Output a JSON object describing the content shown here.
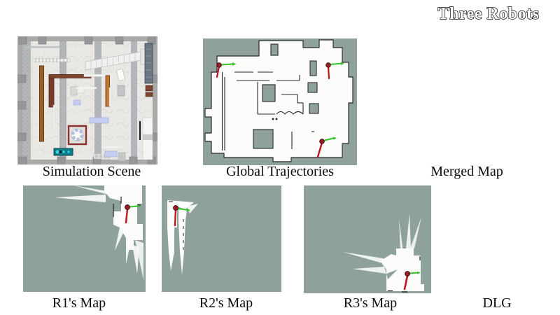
{
  "title": "Three Robots",
  "panels": {
    "row1": [
      {
        "caption": "Simulation Scene"
      },
      {
        "caption": "Global Trajectories"
      },
      {
        "caption": "Merged Map"
      }
    ],
    "row2": [
      {
        "caption": "R1's Map"
      },
      {
        "caption": "R2's Map"
      },
      {
        "caption": "R3's Map"
      },
      {
        "caption": "DLG"
      }
    ]
  },
  "icons": {
    "robot_pose_marker": "dark-red circle with red trajectory line and green heading arrow"
  },
  "colors": {
    "page_background": "#ffffff",
    "map_unknown_sage": "#8fa19c",
    "map_free_white": "#fcfcfa",
    "map_wall_black": "#2a2a2a",
    "robot_body_red": "#9c1f27",
    "trajectory_red": "#c1121f",
    "heading_arrow_green": "#35c429",
    "floor_marble": "#e9e8e4",
    "shelf_brown": "#9c5f28",
    "shelf_maroon": "#7a3b2b",
    "shelf_orange": "#c07830",
    "table_lavender": "#c3cdf0",
    "counter_teal": "#0e7f8c",
    "dining_border_red": "#8a3030",
    "title_fill": "#ffffff",
    "title_outline": "#000000"
  }
}
